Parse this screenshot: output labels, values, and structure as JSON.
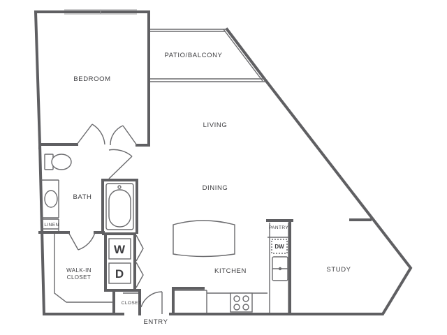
{
  "plan": {
    "rooms": {
      "patio": "PATIO/BALCONY",
      "bedroom": "BEDROOM",
      "living": "LIVING",
      "dining": "DINING",
      "bath": "BATH",
      "linen": "LINEN",
      "walkin_line1": "WALK-IN",
      "walkin_line2": "CLOSET",
      "closet": "CLOSET",
      "kitchen": "KITCHEN",
      "study": "STUDY",
      "entry": "ENTRY",
      "pantry": "PANTRY"
    },
    "appliances": {
      "washer": "W",
      "dryer": "D",
      "dishwasher": "DW"
    }
  }
}
